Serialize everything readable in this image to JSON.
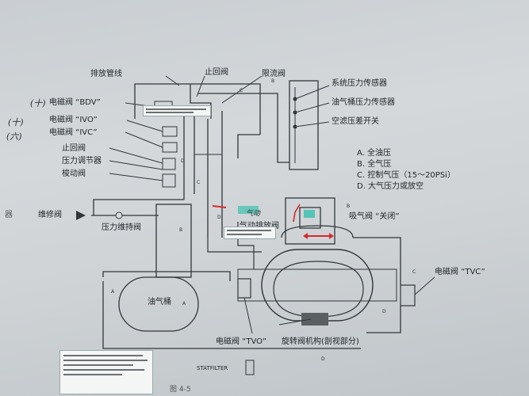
{
  "labels": {
    "vent_line": "排放管线",
    "check_valve_top": "止回阀",
    "restrictor": "限流阀",
    "sys_pressure_sensor": "系统压力传感器",
    "tank_pressure_sensor": "油气桶压力传感器",
    "filter_dp_switch": "空滤压差开关",
    "sv_bdv": "电磁阀 “BDV”",
    "sv_ivo": "电磁阀 “IVO”",
    "sv_ivc": "电磁阀 “IVC”",
    "check_valve_left": "止回阀",
    "pressure_regulator": "压力调节器",
    "shuttle_valve": "梭动阀",
    "service_valve": "维修阀",
    "min_pressure_valve": "压力维持阀",
    "tank": "油气桶",
    "blowdown_valve": "气动排放阀",
    "inlet_valve": "吸气阀 “关闭”",
    "sv_tvc": "电磁阀 “TVC”",
    "sv_tvo": "电磁阀 “TVO”",
    "rotary_valve": "旋转阀机构(剖视部分)",
    "stat_filter": "STATFILTER",
    "fig_caption": "图 4-5",
    "side_mark": "器"
  },
  "legend": [
    "A. 全油压",
    "B. 全气压",
    "C. 控制气压（15～20PSi）",
    "D. 大气压力或放空"
  ],
  "handwriting": {
    "bdv_mark": "(十)",
    "ivo_mark": "(十)",
    "ivc_mark": "(六)",
    "blowdown_note": "气动"
  },
  "pipe_letters": [
    "A",
    "B",
    "C",
    "D"
  ],
  "colors": {
    "line": "#30363a",
    "cyan_mark": "#3fc1b0",
    "red_arrow": "#d42a2a"
  }
}
